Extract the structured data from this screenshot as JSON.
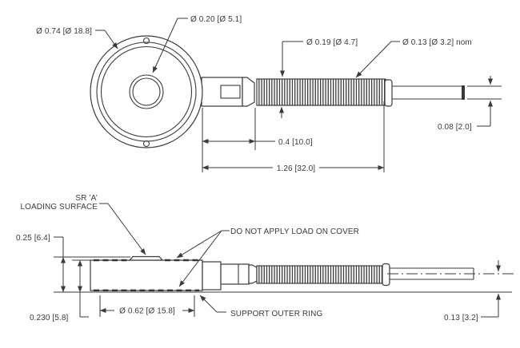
{
  "drawing": {
    "background_color": "#ffffff",
    "line_color": "#3a3a3a",
    "description": "Two-view dimensioned drawing of a button load cell with spring-guarded cable",
    "top_view": {
      "labels": {
        "outer_diameter": "Ø 0.74 [Ø 18.8]",
        "center_hole_diameter": "Ø 0.20 [Ø 5.1]",
        "spring_guard_diameter": "Ø 0.19 [Ø 4.7]",
        "cable_diameter_nom": "Ø 0.13 [Ø 3.2] nom",
        "cable_thickness": "0.08 [2.0]",
        "connector_length": "0.4 [10.0]",
        "overall_length": "1.26 [32.0]"
      }
    },
    "side_view": {
      "labels": {
        "loading_surface_line1": "SR ’A’",
        "loading_surface_line2": "LOADING SURFACE",
        "overall_height": "0.25 [6.4]",
        "body_height": "0.230 [5.8]",
        "cover_note": "DO NOT APPLY LOAD ON COVER",
        "body_diameter": "Ø 0.62 [Ø 15.8]",
        "support_note": "SUPPORT OUTER RING",
        "cable_center_height": "0.13 [3.2]"
      }
    }
  }
}
